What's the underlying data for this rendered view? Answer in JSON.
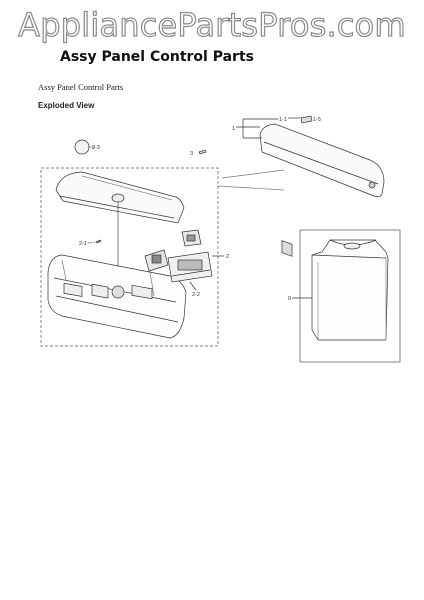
{
  "watermark": "AppliancePartsPros.com",
  "title": "Assy Panel Control Parts",
  "subtitle": "Assy Panel Control Parts",
  "view_label": "Exploded View",
  "callouts": {
    "c0": "0",
    "c1": "1",
    "c1_1": "1-1",
    "c1_5": "1-5",
    "c2": "2",
    "c2_1": "2-1",
    "c2_2": "2-2",
    "c2_3": "2-3",
    "c3": "3"
  }
}
